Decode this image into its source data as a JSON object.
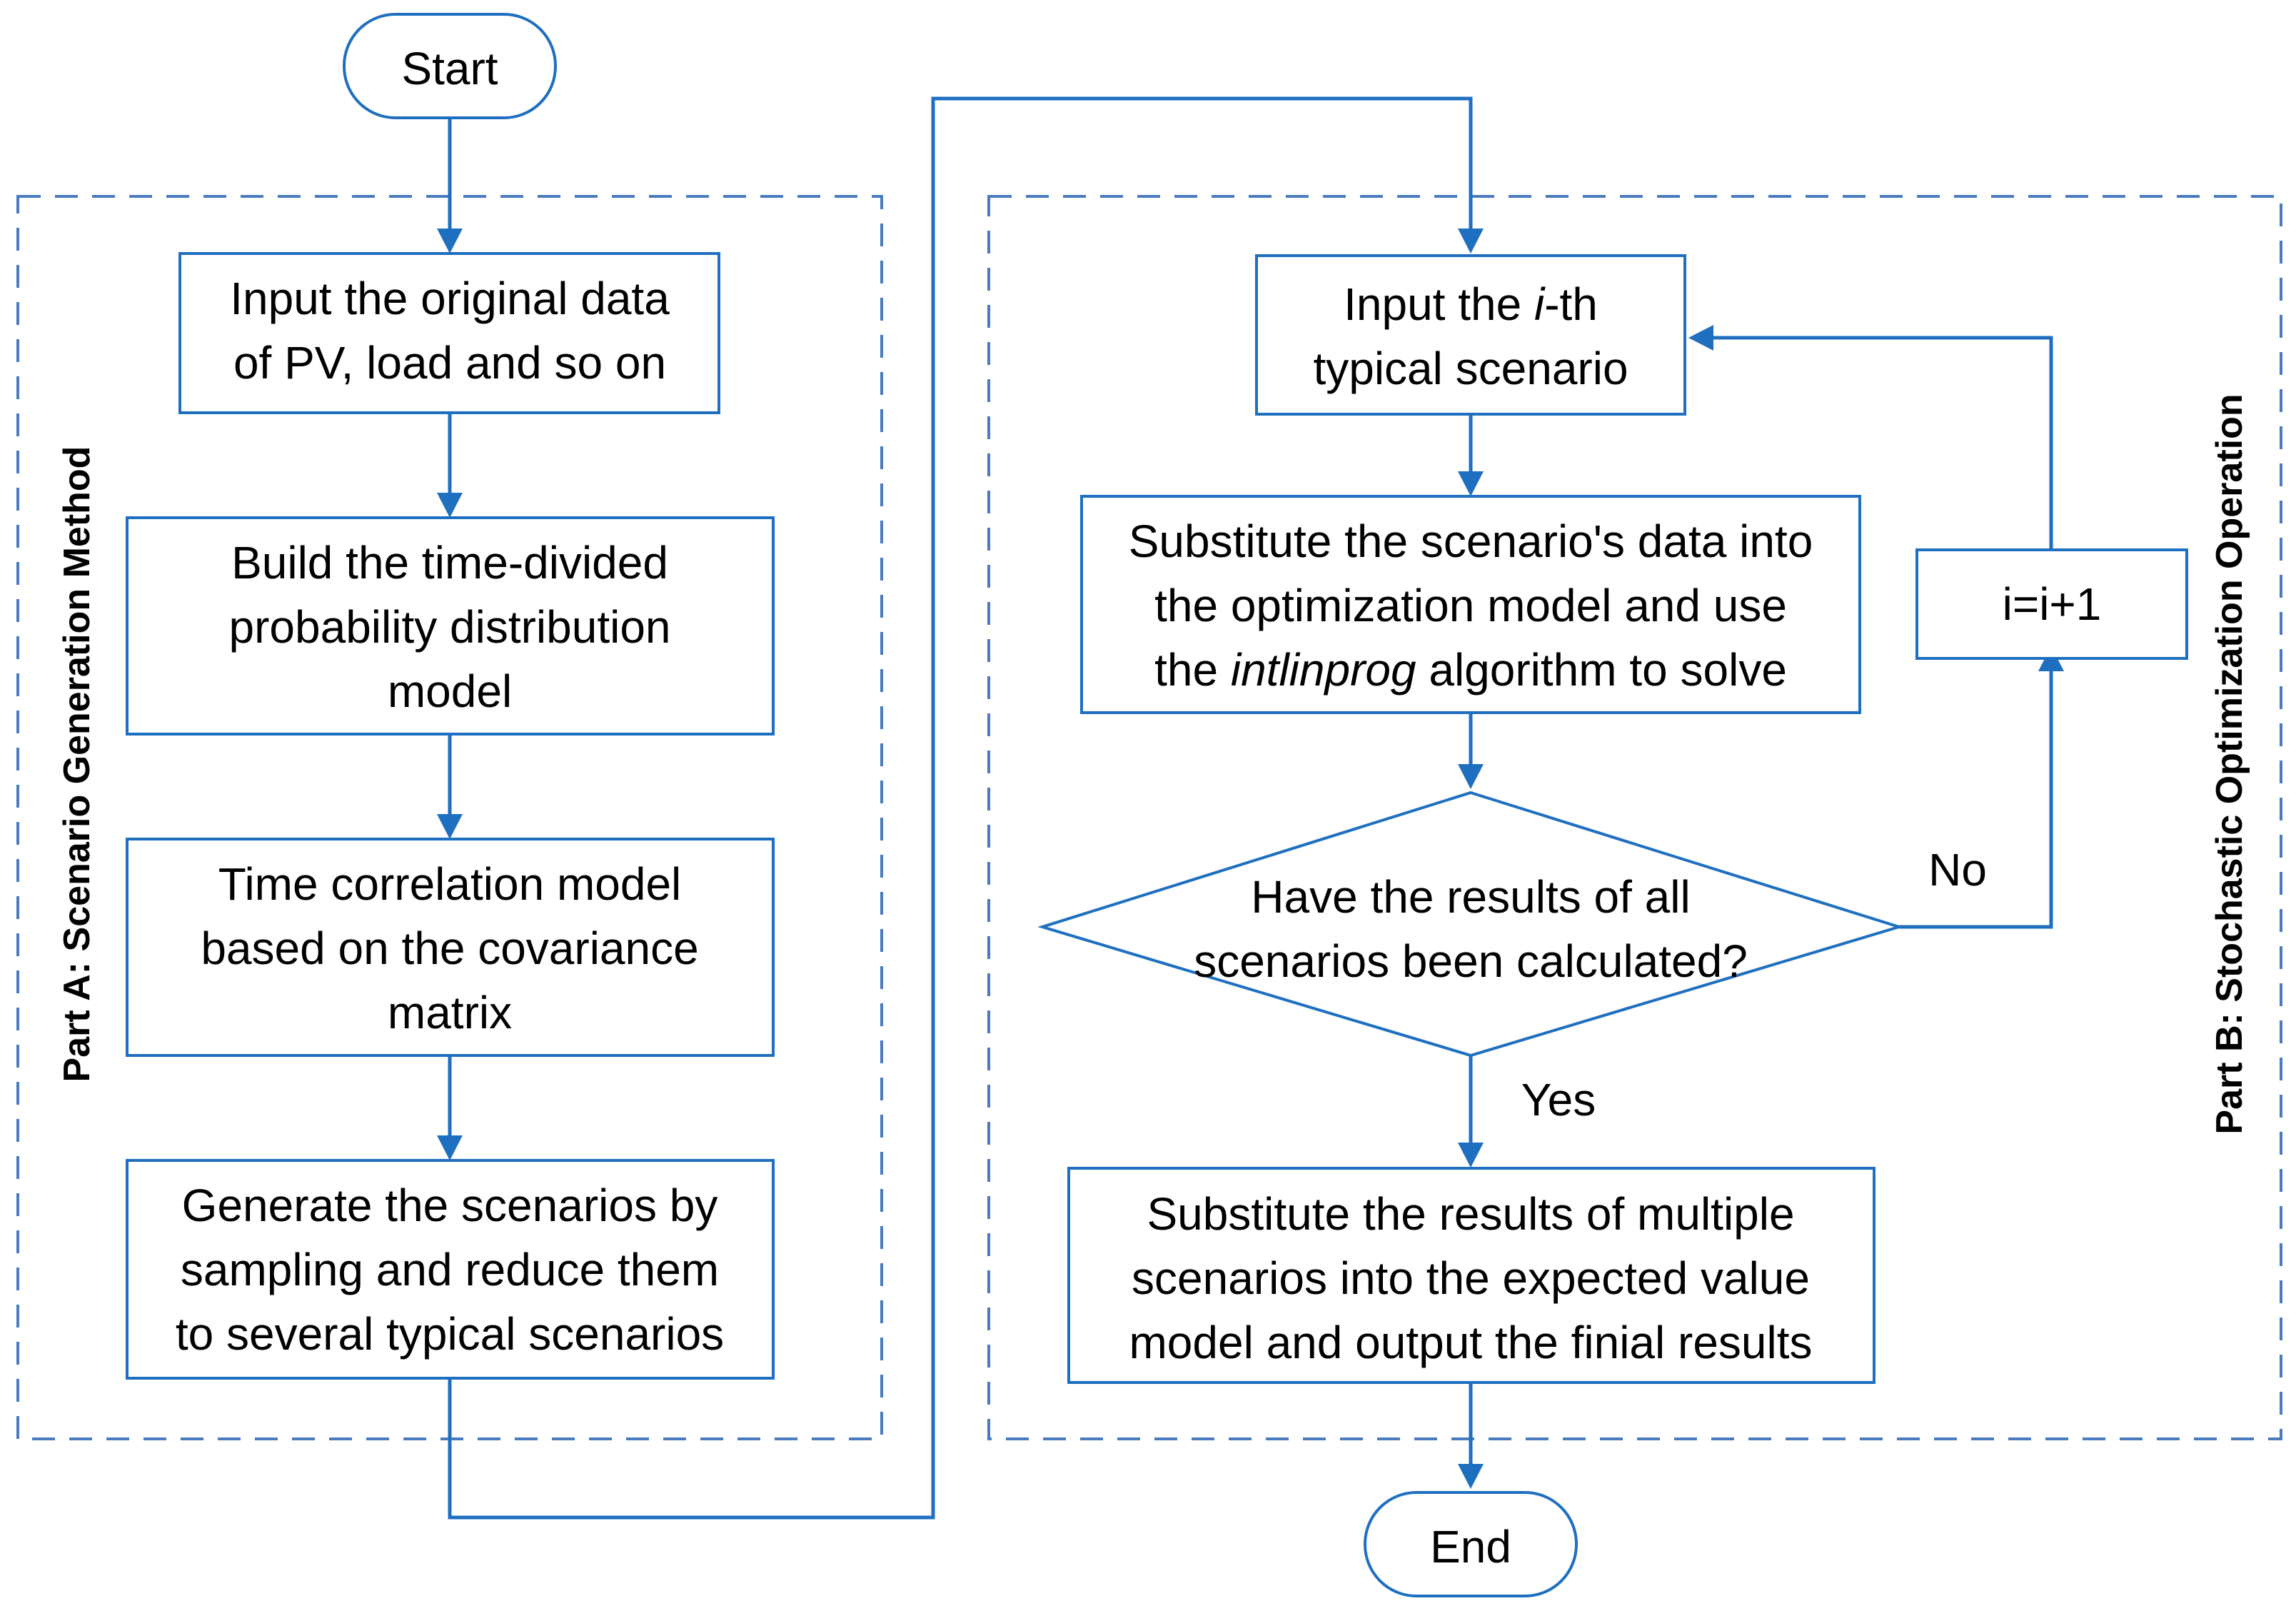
{
  "colors": {
    "stroke": "#1f6fc0",
    "group_border": "#4a7bc0",
    "text": "#000000"
  },
  "terminals": {
    "start": "Start",
    "end": "End"
  },
  "part_a": {
    "label": "Part A: Scenario Generation Method",
    "steps": [
      [
        "Input the original data",
        "of PV, load and so on"
      ],
      [
        "Build the time-divided",
        "probability distribution",
        "model"
      ],
      [
        "Time correlation model",
        "based on the covariance",
        "matrix"
      ],
      [
        "Generate the scenarios by",
        "sampling and reduce them",
        "to several typical scenarios"
      ]
    ]
  },
  "part_b": {
    "label": "Part B: Stochastic Optimization Operation",
    "input": {
      "pre": "Input the ",
      "italic": "i",
      "post": "-th",
      "line2": "typical scenario"
    },
    "solve": {
      "line1": "Substitute the scenario's data  into",
      "line2": "the optimization model and use",
      "line3_pre": "the ",
      "line3_italic": "intlinprog",
      "line3_post": " algorithm to solve"
    },
    "decision": [
      "Have the results of all",
      "scenarios been calculated?"
    ],
    "increment": "i=i+1",
    "no_label": "No",
    "yes_label": "Yes",
    "output": [
      "Substitute the results of multiple",
      "scenarios into the expected value",
      "model and output the finial results"
    ]
  }
}
